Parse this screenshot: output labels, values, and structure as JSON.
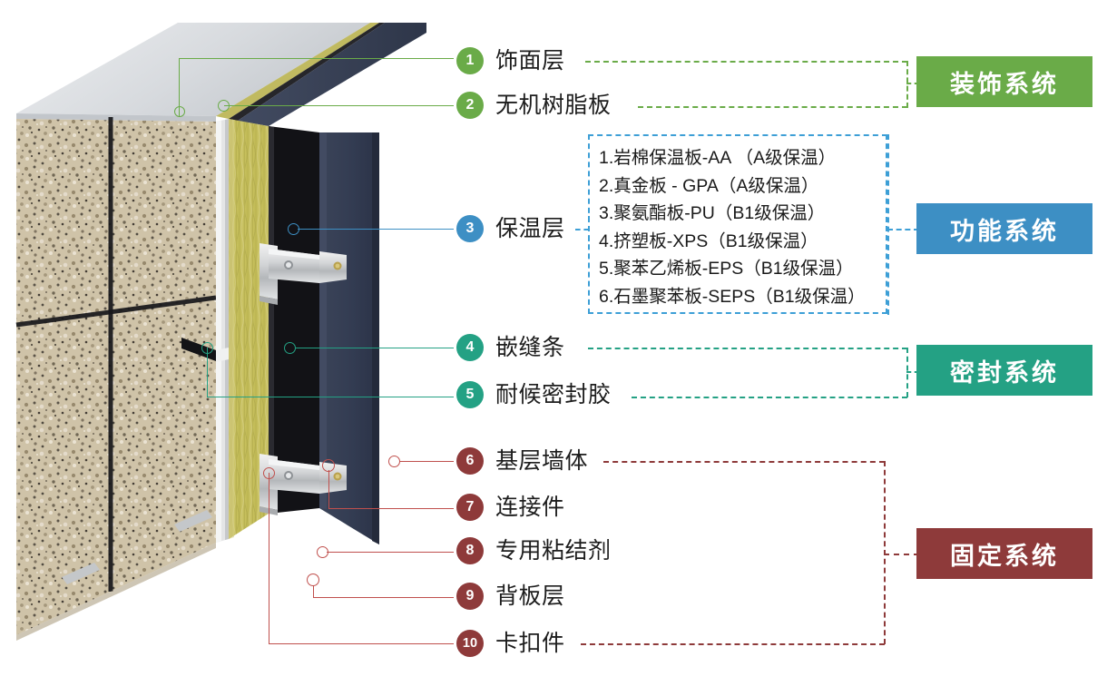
{
  "colors": {
    "decorative": "#6aab48",
    "functional": "#3d8fc4",
    "sealing": "#24a184",
    "fixing": "#8e3a3a",
    "text": "#1d1d1d"
  },
  "callouts": [
    {
      "num": "1",
      "label": "饰面层",
      "system": "decorative"
    },
    {
      "num": "2",
      "label": "无机树脂板",
      "system": "decorative"
    },
    {
      "num": "3",
      "label": "保温层",
      "system": "functional"
    },
    {
      "num": "4",
      "label": "嵌缝条",
      "system": "sealing"
    },
    {
      "num": "5",
      "label": "耐候密封胶",
      "system": "sealing"
    },
    {
      "num": "6",
      "label": "基层墙体",
      "system": "fixing"
    },
    {
      "num": "7",
      "label": "连接件",
      "system": "fixing"
    },
    {
      "num": "8",
      "label": "专用粘结剂",
      "system": "fixing"
    },
    {
      "num": "9",
      "label": "背板层",
      "system": "fixing"
    },
    {
      "num": "10",
      "label": "卡扣件",
      "system": "fixing"
    }
  ],
  "systems": [
    {
      "key": "decorative",
      "label": "装饰系统",
      "color": "#6aab48"
    },
    {
      "key": "functional",
      "label": "功能系统",
      "color": "#3d8fc4"
    },
    {
      "key": "sealing",
      "label": "密封系统",
      "color": "#24a184"
    },
    {
      "key": "fixing",
      "label": "固定系统",
      "color": "#8e3a3a"
    }
  ],
  "insulation_options": [
    "1.岩棉保温板-AA （A级保温）",
    "2.真金板 - GPA（A级保温）",
    "3.聚氨酯板-PU（B1级保温）",
    "4.挤塑板-XPS（B1级保温）",
    "5.聚苯乙烯板-EPS（B1级保温）",
    "6.石墨聚苯板-SEPS（B1级保温）"
  ],
  "illustration": {
    "name": "exterior-wall-insulation-cutaway",
    "layers": [
      "饰面层",
      "无机树脂板",
      "保温层",
      "专用粘结剂",
      "基层墙体"
    ]
  }
}
